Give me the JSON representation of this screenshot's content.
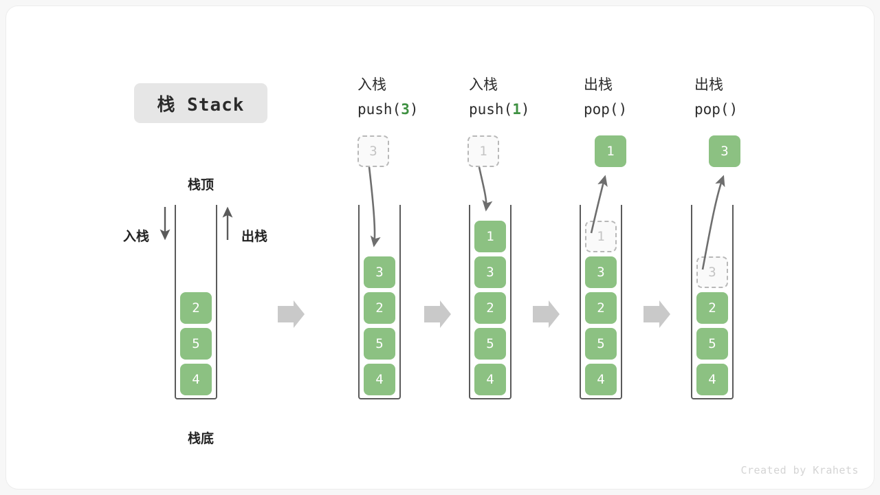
{
  "title_badge": {
    "label": "栈 Stack"
  },
  "overview": {
    "top_label": "栈顶",
    "bottom_label": "栈底",
    "push_label": "入栈",
    "pop_label": "出栈",
    "cells": [
      "2",
      "5",
      "4"
    ]
  },
  "columns": [
    {
      "op_cn": "入栈",
      "op_code_prefix": "push(",
      "op_code_arg": "3",
      "op_code_suffix": ")",
      "detached": {
        "value": "3",
        "style": "ghost"
      },
      "stack": [
        {
          "value": "3",
          "style": "solid"
        },
        {
          "value": "2",
          "style": "solid"
        },
        {
          "value": "5",
          "style": "solid"
        },
        {
          "value": "4",
          "style": "solid"
        }
      ]
    },
    {
      "op_cn": "入栈",
      "op_code_prefix": "push(",
      "op_code_arg": "1",
      "op_code_suffix": ")",
      "detached": {
        "value": "1",
        "style": "ghost"
      },
      "stack": [
        {
          "value": "1",
          "style": "solid"
        },
        {
          "value": "3",
          "style": "solid"
        },
        {
          "value": "2",
          "style": "solid"
        },
        {
          "value": "5",
          "style": "solid"
        },
        {
          "value": "4",
          "style": "solid"
        }
      ]
    },
    {
      "op_cn": "出栈",
      "op_code_prefix": "pop(",
      "op_code_arg": "",
      "op_code_suffix": ")",
      "detached": {
        "value": "1",
        "style": "solid"
      },
      "stack": [
        {
          "value": "1",
          "style": "ghost"
        },
        {
          "value": "3",
          "style": "solid"
        },
        {
          "value": "2",
          "style": "solid"
        },
        {
          "value": "5",
          "style": "solid"
        },
        {
          "value": "4",
          "style": "solid"
        }
      ]
    },
    {
      "op_cn": "出栈",
      "op_code_prefix": "pop(",
      "op_code_arg": "",
      "op_code_suffix": ")",
      "detached": {
        "value": "3",
        "style": "solid"
      },
      "stack": [
        {
          "value": "3",
          "style": "ghost"
        },
        {
          "value": "2",
          "style": "solid"
        },
        {
          "value": "5",
          "style": "solid"
        },
        {
          "value": "4",
          "style": "solid"
        }
      ]
    }
  ],
  "footer": {
    "credit": "Created by Krahets"
  },
  "colors": {
    "accent_green": "#8cc182",
    "arg_green": "#3f9142",
    "ghost_border": "#b8b8b8",
    "wall": "#5a5a5a",
    "step_arrow": "#c9c9c9",
    "badge_bg": "#e6e6e6"
  }
}
